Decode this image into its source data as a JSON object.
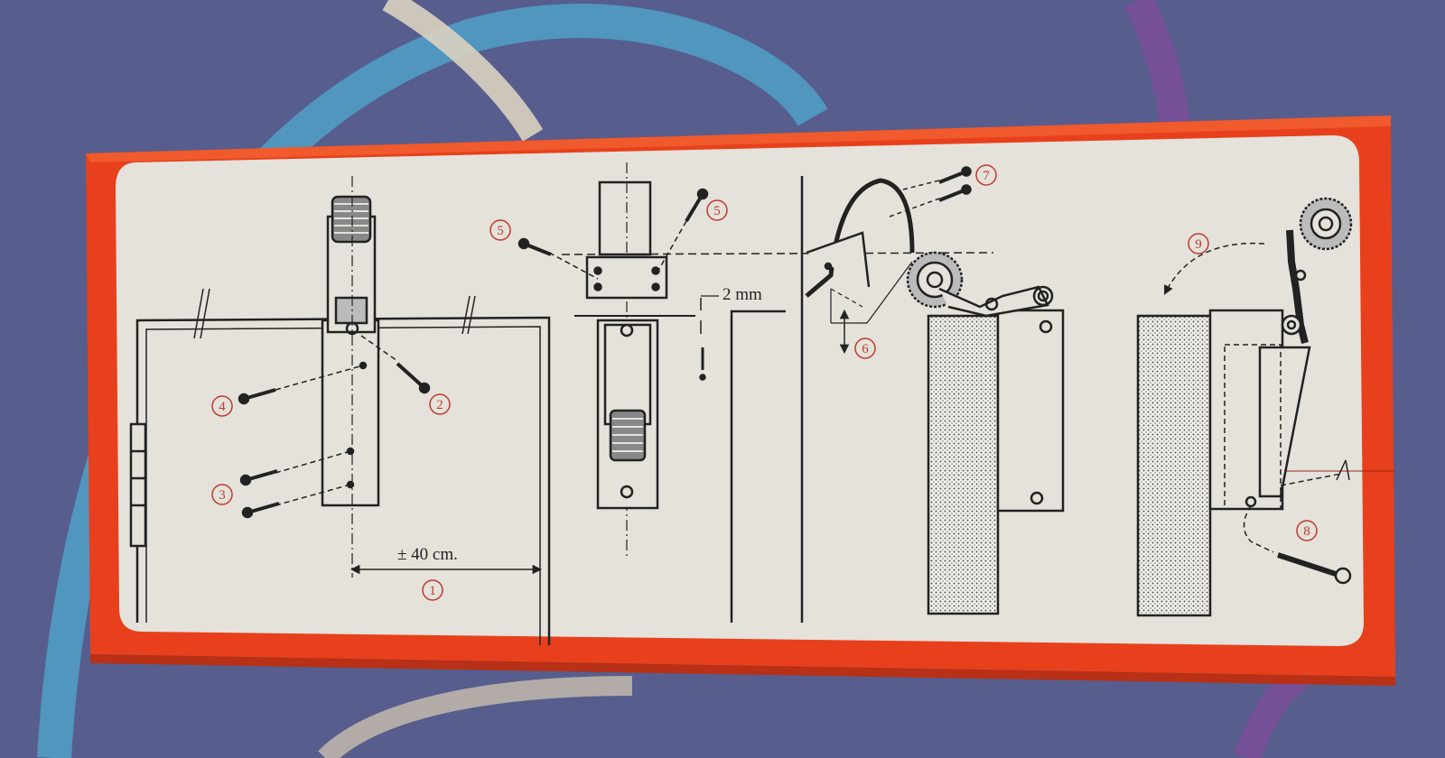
{
  "colors": {
    "box_orange": "#e8401c",
    "panel": "#e4e2db",
    "ink": "#222222",
    "callout_red": "#c0392b",
    "background_cloth": "#5a5f8f"
  },
  "dimensions": {
    "distance_label": "± 40 cm.",
    "gap_label": "2 mm"
  },
  "callouts": [
    "1",
    "2",
    "3",
    "4",
    "5",
    "5",
    "6",
    "7",
    "8",
    "9"
  ]
}
